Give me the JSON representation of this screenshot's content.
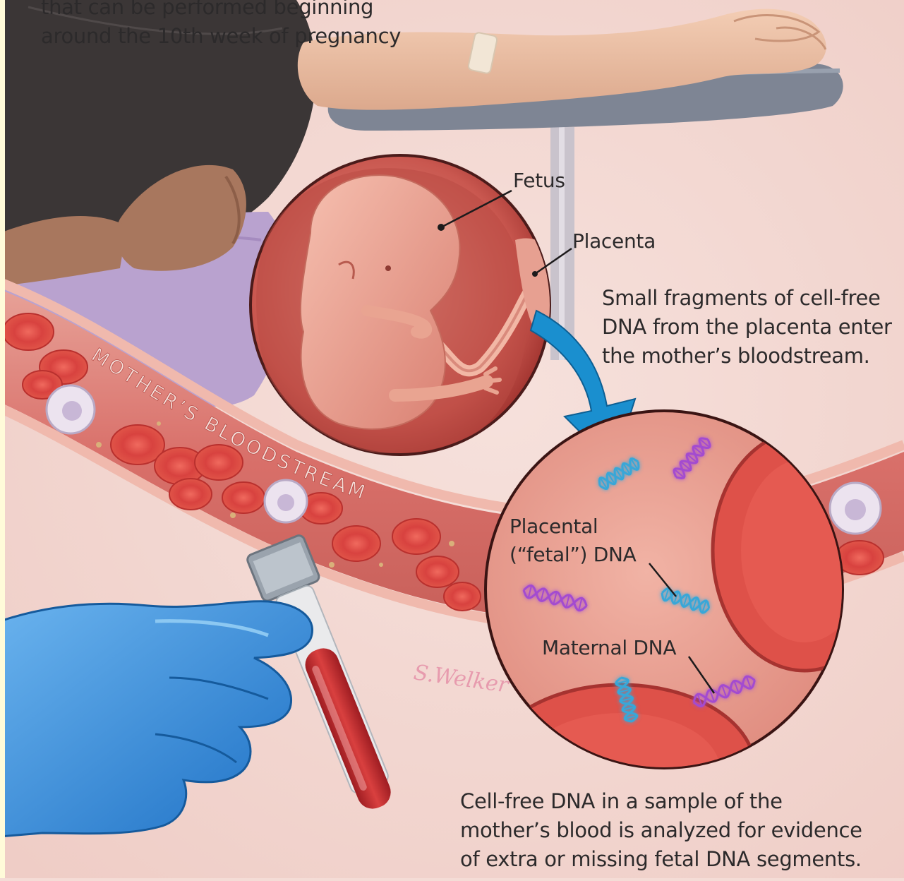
{
  "intro": {
    "lines": [
      "that can be performed beginning",
      "around the 10th week of pregnancy"
    ]
  },
  "labels": {
    "fetus": "Fetus",
    "placenta": "Placenta",
    "placental_dna_line1": "Placental",
    "placental_dna_line2": "(“fetal”) DNA",
    "maternal_dna": "Maternal DNA",
    "bloodstream": "MOTHER’S BLOODSTREAM",
    "signature": "S.Welker"
  },
  "captions": {
    "placenta_note": [
      "Small fragments of cell-free",
      "DNA from the placenta enter",
      "the mother’s bloodstream."
    ],
    "sample_note": [
      "Cell-free DNA in a sample of the",
      "mother’s blood is analyzed for evidence",
      "of extra or missing fetal DNA segments."
    ]
  },
  "colors": {
    "background": "#f4dcd6",
    "vessel": "#d9706a",
    "red_cell": "#d8423f",
    "fetal_dna": "#39a7d8",
    "maternal_dna": "#a34bd0",
    "arrow": "#1a8fcf",
    "glove": "#2c86d8",
    "blood": "#c02a2a",
    "text": "#2c2a2b"
  },
  "icons": [
    "blood-drop-arm",
    "fetus-in-circle",
    "dna-helix",
    "blood-tube",
    "gloved-hand"
  ]
}
